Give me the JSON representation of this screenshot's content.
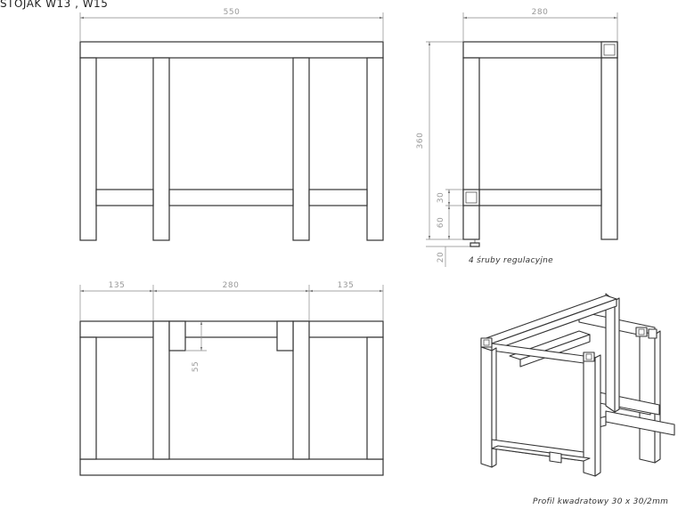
{
  "title": "STOJAK  W13 , W15",
  "notes": {
    "screws": "4 śruby regulacyjne",
    "profile": "Profil kwadratowy 30 x 30/2mm"
  },
  "dimensions": {
    "front_width": "550",
    "side_width": "280",
    "height": "360",
    "tube": "30",
    "lower_gap": "60",
    "foot": "20",
    "top_left": "135",
    "top_middle": "280",
    "top_right": "135",
    "top_notch": "55"
  }
}
